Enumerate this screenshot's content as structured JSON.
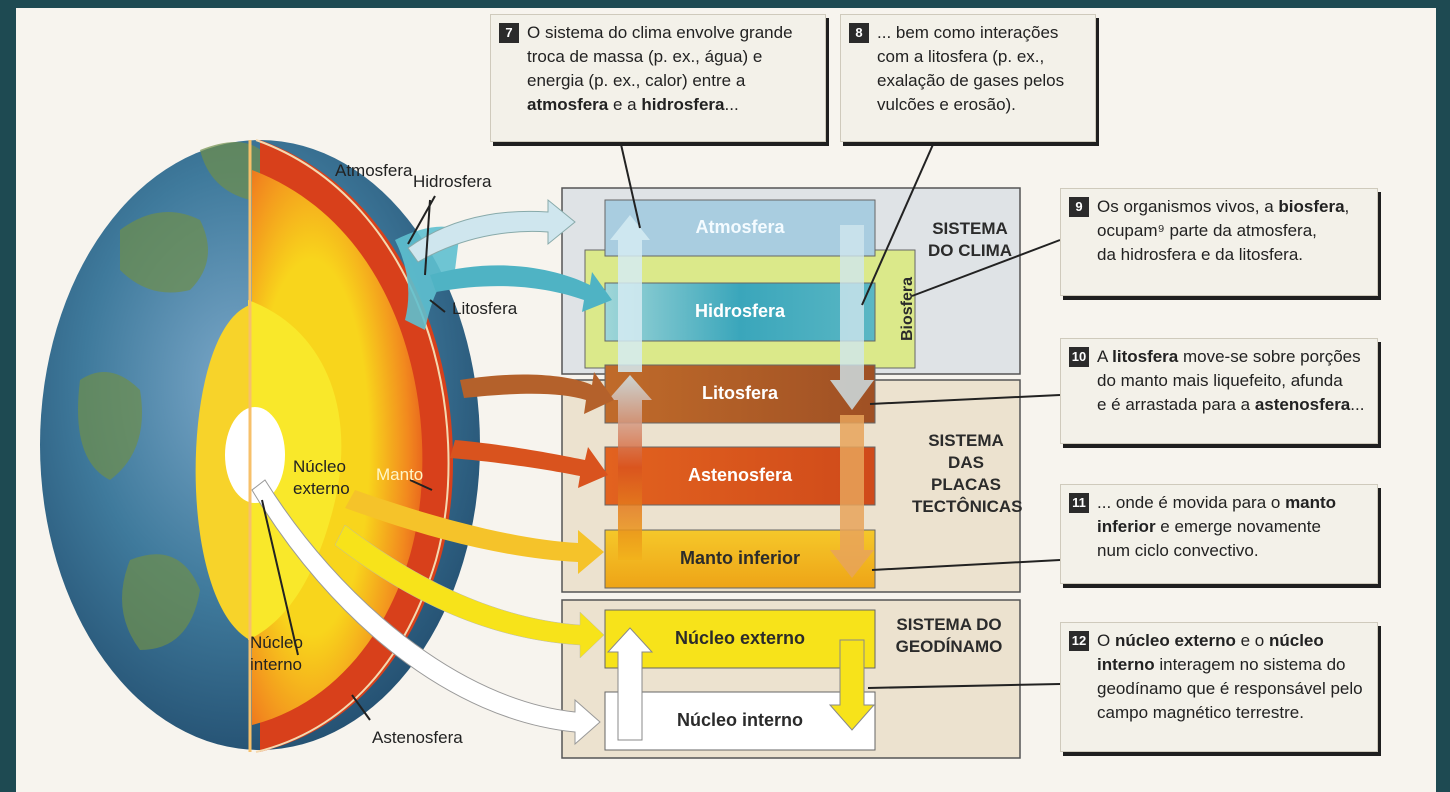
{
  "labels": {
    "atmosfera": "Atmosfera",
    "hidrosfera": "Hidrosfera",
    "litosfera": "Litosfera",
    "nucleo_externo": "Núcleo\nexterno",
    "manto": "Manto",
    "nucleo_interno": "Núcleo\ninterno",
    "astenosfera": "Astenosfera"
  },
  "bars": {
    "atmosfera": "Atmosfera",
    "hidrosfera": "Hidrosfera",
    "litosfera": "Litosfera",
    "astenosfera": "Astenosfera",
    "manto_inferior": "Manto inferior",
    "nucleo_externo": "Núcleo externo",
    "nucleo_interno": "Núcleo interno",
    "biosfera": "Biosfera"
  },
  "systems": {
    "clima": "SISTEMA\nDO CLIMA",
    "placas": "SISTEMA\nDAS PLACAS\nTECTÔNICAS",
    "geodinamo": "SISTEMA DO\nGEODÍNAMO"
  },
  "captions": [
    {
      "num": "7",
      "parts": [
        "O sistema do clima envolve grande\ntroca de massa (p. ex., água) e\nenergia (p. ex., calor) entre a\n",
        "atmosfera",
        " e a ",
        "hidrosfera",
        "..."
      ]
    },
    {
      "num": "8",
      "parts": [
        "... bem como interações\ncom a litosfera (p. ex.,\nexalação de gases pelos\nvulcões e erosão)."
      ]
    },
    {
      "num": "9",
      "parts": [
        "Os organismos vivos, a ",
        "biosfera",
        ",\nocupam⁹ parte da atmosfera,\nda hidrosfera e da litosfera."
      ]
    },
    {
      "num": "10",
      "parts": [
        "A ",
        "litosfera",
        " move-se sobre porções\ndo manto mais liquefeito, afunda\ne é arrastada para a ",
        "astenosfera",
        "..."
      ]
    },
    {
      "num": "11",
      "parts": [
        "... onde é movida para o ",
        "manto\ninferior",
        " e emerge novamente\nnum ciclo convectivo."
      ]
    },
    {
      "num": "12",
      "parts": [
        "O ",
        "núcleo externo",
        " e o ",
        "núcleo\ninterno",
        " interagem no sistema do\ngeodínamo que é responsável pelo\ncampo magnético terrestre."
      ]
    }
  ],
  "colors": {
    "atmosfera": "#a9cde0",
    "hidrosfera": "#4fb3c4",
    "litosfera": "#b4612b",
    "astenosfera": "#d9531e",
    "manto_inferior": "#f2b21a",
    "nucleo_externo": "#f7e31a",
    "nucleo_interno": "#ffffff",
    "biosfera": "#dbe98a"
  }
}
